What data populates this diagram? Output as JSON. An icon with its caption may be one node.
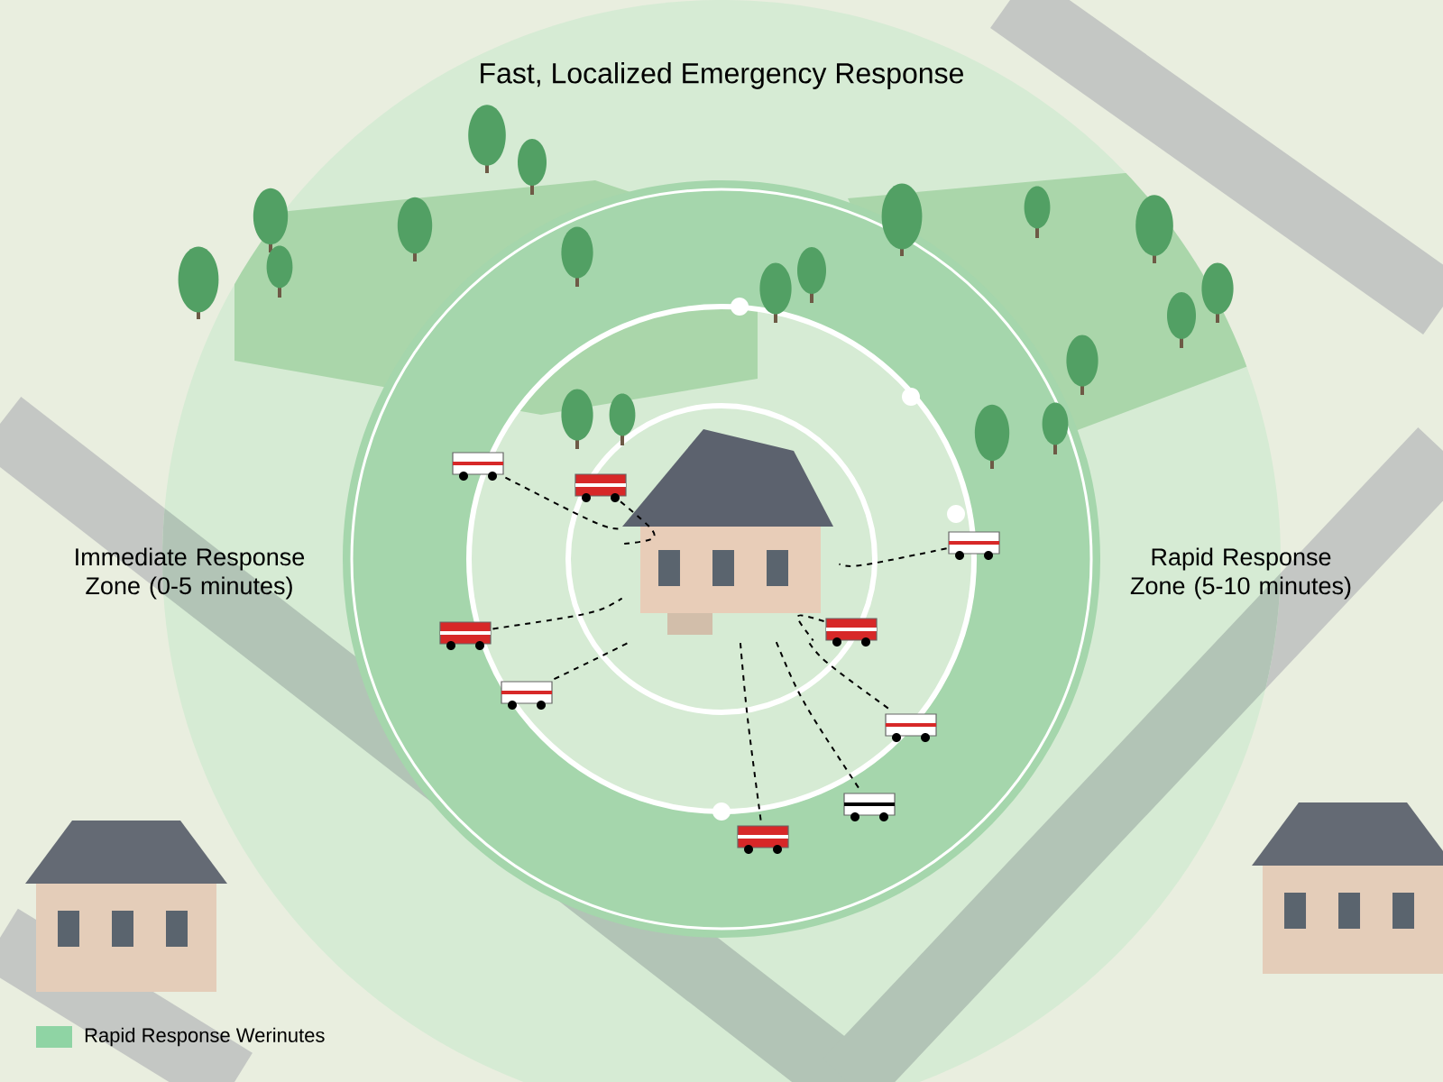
{
  "diagram": {
    "title": "Fast, Localized Emergency Response",
    "nodes": [
      {
        "text": [],
        "shape": "picture"
      },
      {
        "text": [],
        "shape": "picture"
      },
      {
        "text": [],
        "shape": "picture"
      },
      {
        "text": [],
        "shape": "picture"
      },
      {
        "text": [],
        "shape": "picture"
      },
      {
        "text": [],
        "shape": "picture"
      },
      {
        "text": [],
        "shape": "picture"
      },
      {
        "text": [],
        "shape": "picture"
      },
      {
        "text": [],
        "shape": "picture"
      },
      {
        "text": [],
        "shape": "picture"
      }
    ],
    "edges": [
      {
        "from": 1,
        "to": 0,
        "arrow": "none",
        "style": "dashed"
      },
      {
        "from": 2,
        "to": 0,
        "arrow": "none",
        "style": "dashed"
      },
      {
        "from": 3,
        "to": 0,
        "arrow": "none",
        "style": "dashed"
      },
      {
        "from": 4,
        "to": 0,
        "arrow": "none",
        "style": "dashed"
      },
      {
        "from": 5,
        "to": 0,
        "arrow": "none",
        "style": "dashed"
      },
      {
        "from": 6,
        "to": 0,
        "arrow": "none",
        "style": "dashed"
      },
      {
        "from": 7,
        "to": 0,
        "arrow": "none",
        "style": "dashed"
      },
      {
        "from": 8,
        "to": 0,
        "arrow": "none",
        "style": "dashed"
      },
      {
        "from": 9,
        "to": 0,
        "arrow": "none",
        "style": "dashed"
      }
    ],
    "labels": [
      "Immediate Response Zone (0-5 minutes)",
      "Rapid Response Zone (5-10 minutes)"
    ],
    "legend": [
      {
        "text": "Rapid Response Werinutes",
        "color": "#8fd4a4"
      }
    ]
  }
}
